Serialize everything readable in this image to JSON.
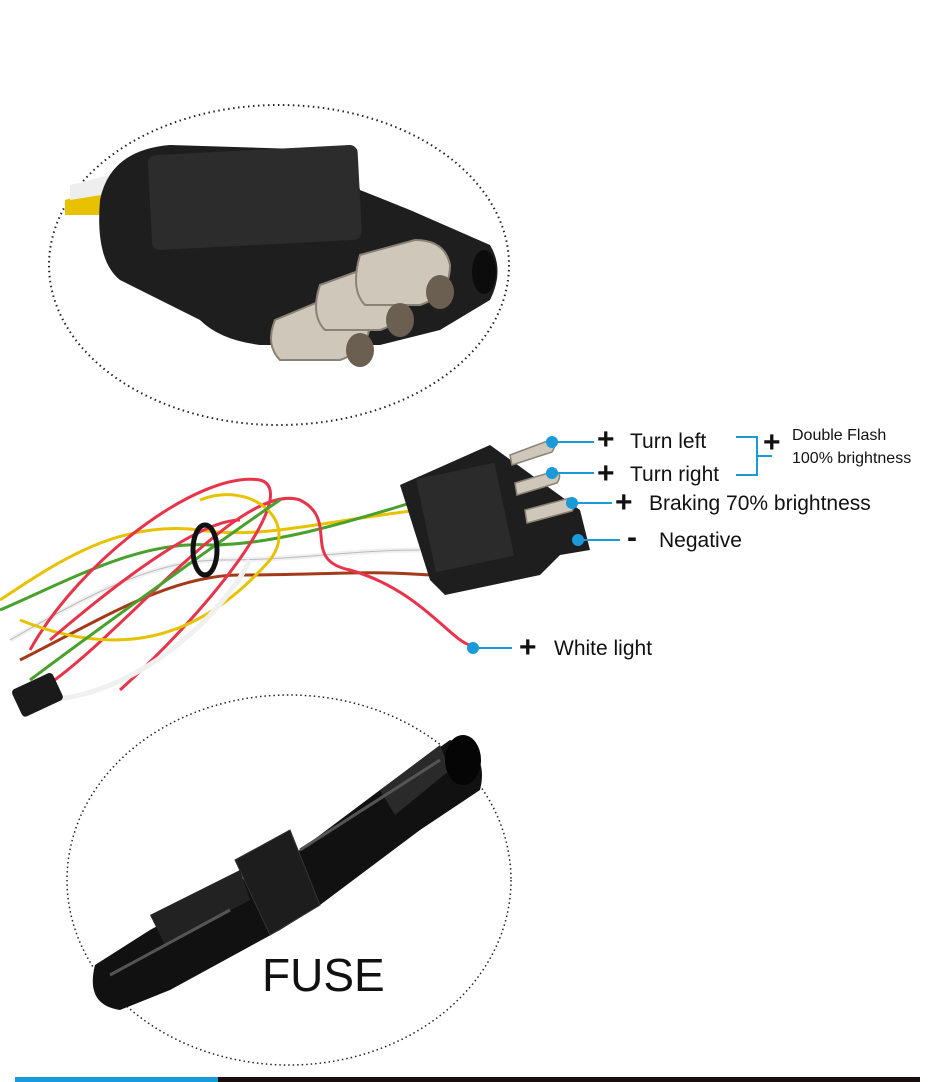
{
  "labels": {
    "turn_left": {
      "sign": "+",
      "text": "Turn left"
    },
    "turn_right": {
      "sign": "+",
      "text": "Turn right"
    },
    "double_flash": {
      "sign": "+",
      "line1": "Double Flash",
      "line2": "100% brightness"
    },
    "braking": {
      "sign": "+",
      "text": "Braking 70% brightness"
    },
    "negative": {
      "sign": "-",
      "text": "Negative"
    },
    "white_light": {
      "sign": "+",
      "text": "White light"
    }
  },
  "fuse_label": "FUSE",
  "colors": {
    "accent": "#1a9ad9",
    "connector": "#1c1c1c",
    "pin": "#c9c2b5"
  }
}
